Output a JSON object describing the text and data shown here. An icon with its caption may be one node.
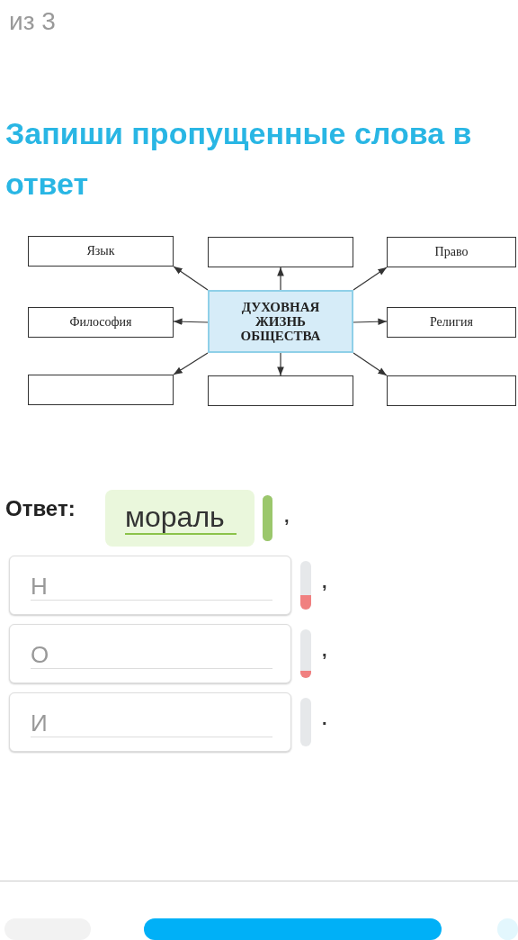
{
  "diagram": {
    "title": "Запиши пропущенные слова в ответ",
    "nodes": [
      {
        "text": [
          "Язык"
        ]
      },
      {
        "text": [],
        "shape": "box"
      },
      {
        "text": [
          "Право"
        ]
      },
      {
        "text": [
          "Философия"
        ]
      },
      {
        "text": [
          "ДУХОВНАЯ ЖИЗНЬ ОБЩЕСТВА"
        ]
      },
      {
        "text": [
          "Религия"
        ]
      },
      {
        "text": [],
        "shape": "box"
      },
      {
        "text": [],
        "shape": "box"
      },
      {
        "text": [],
        "shape": "box"
      }
    ],
    "edges": [
      {
        "from": 4,
        "to": 0,
        "arrow": "to"
      },
      {
        "from": 4,
        "to": 1,
        "arrow": "to"
      },
      {
        "from": 4,
        "to": 2,
        "arrow": "to"
      },
      {
        "from": 4,
        "to": 3,
        "arrow": "to"
      },
      {
        "from": 4,
        "to": 5,
        "arrow": "to"
      },
      {
        "from": 4,
        "to": 6,
        "arrow": "to"
      },
      {
        "from": 4,
        "to": 7,
        "arrow": "to"
      },
      {
        "from": 4,
        "to": 8,
        "arrow": "to"
      }
    ],
    "labels": [
      "из 3",
      "Ответ:",
      "мораль",
      ",",
      "Н",
      ",",
      "О",
      ",",
      "И",
      "."
    ]
  }
}
